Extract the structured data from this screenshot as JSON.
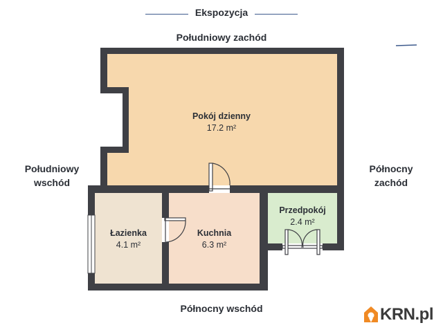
{
  "header": {
    "title": "Ekspozycja"
  },
  "directions": {
    "top": "Południowy zachód",
    "left_line1": "Południowy",
    "left_line2": "wschód",
    "right_line1": "Północny",
    "right_line2": "zachód",
    "bottom": "Północny wschód"
  },
  "rooms": [
    {
      "name": "Pokój dzienny",
      "area": "17.2 m²",
      "fill": "#f7d8ad"
    },
    {
      "name": "Łazienka",
      "area": "4.1 m²",
      "fill": "#efe3d1"
    },
    {
      "name": "Kuchnia",
      "area": "6.3 m²",
      "fill": "#f7deca"
    },
    {
      "name": "Przedpokój",
      "area": "2.4 m²",
      "fill": "#d9ecce"
    }
  ],
  "colors": {
    "wall": "#3f4045",
    "accent": "#3d5a8c",
    "logo_orange": "#f08a24"
  },
  "logo": {
    "text": "KRN.pl",
    "icon": "house-pin-icon"
  }
}
